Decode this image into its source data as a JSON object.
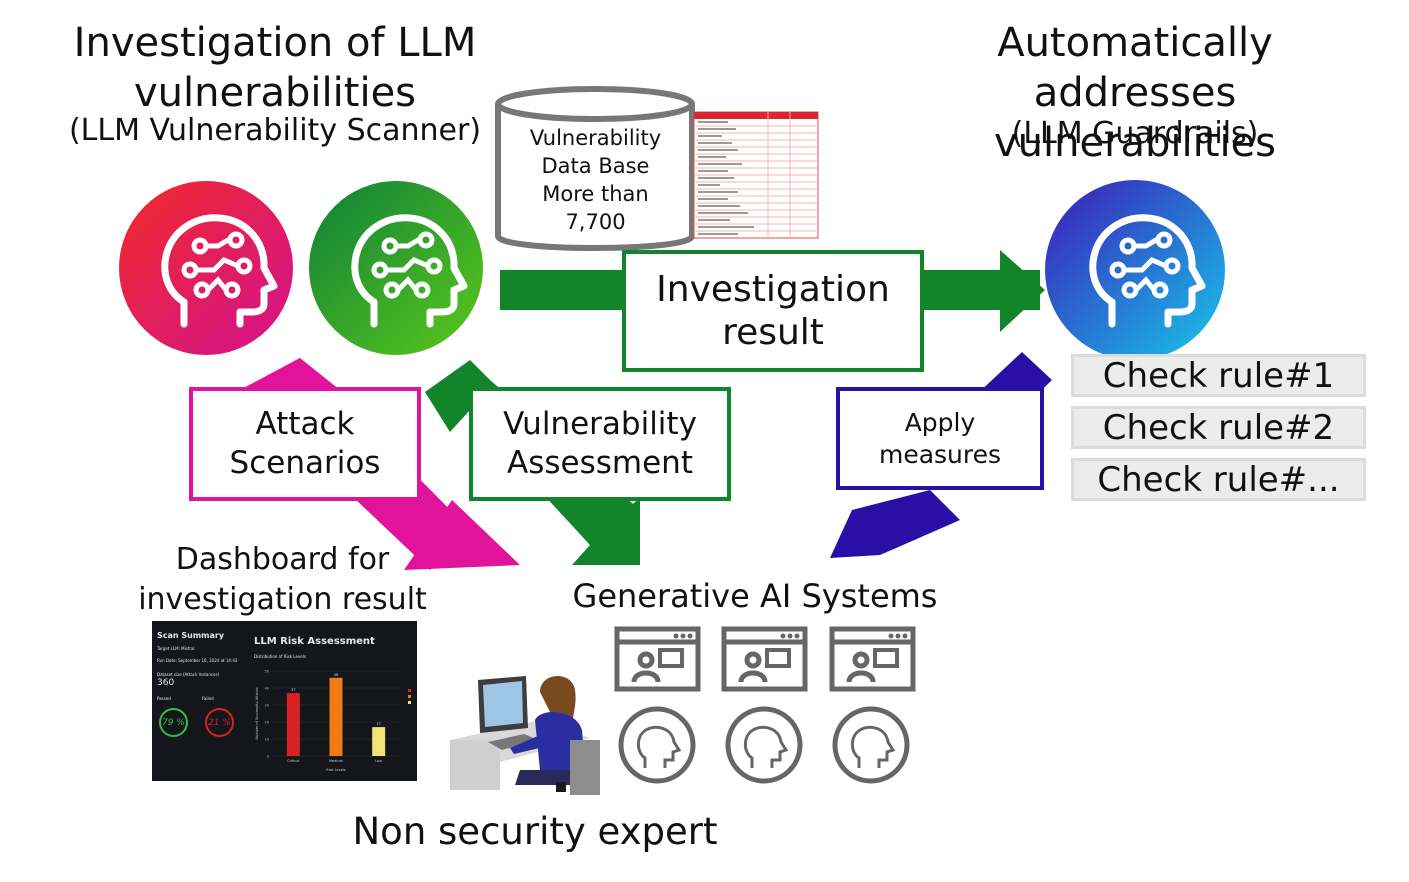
{
  "left_header": {
    "title_line1": "Investigation of LLM",
    "title_line2": "vulnerabilities",
    "subtitle": "(LLM Vulnerability Scanner)"
  },
  "right_header": {
    "title_line1": "Automatically addresses",
    "title_line2": "vulnerabilities",
    "subtitle": "(LLM Guardrails)"
  },
  "database": {
    "line1": "Vulnerability",
    "line2": "Data Base",
    "line3": "More than",
    "line4": "7,700"
  },
  "investigation_result": {
    "line1": "Investigation",
    "line2": "result"
  },
  "attack_scenarios": {
    "line1": "Attack",
    "line2": "Scenarios"
  },
  "vulnerability_assessment": {
    "line1": "Vulnerability",
    "line2": "Assessment"
  },
  "apply_measures": {
    "line1": "Apply",
    "line2": "measures"
  },
  "check_rules": [
    "Check rule#1",
    "Check rule#2",
    "Check rule#..."
  ],
  "dashboard_label": {
    "line1": "Dashboard for",
    "line2": "investigation result"
  },
  "dashboard": {
    "scan_summary": "Scan Summary",
    "target": "Target LLM: Mistral",
    "run_date": "Run Date: September 16, 2024 at 14:43",
    "dataset_size_label": "Dataset size (Attack Instances)",
    "dataset_size": "360",
    "passed_label": "Passed",
    "failed_label": "Failed",
    "passed_pct": "79 %",
    "failed_pct": "21 %",
    "chart_title": "LLM Risk Assessment",
    "chart_subtitle": "Distribution of Risk Levels"
  },
  "chart_data": {
    "type": "bar",
    "title": "LLM Risk Assessment",
    "subtitle": "Distribution of Risk Levels",
    "categories": [
      "Critical",
      "Medium",
      "Low"
    ],
    "values": [
      37,
      46,
      17
    ],
    "xlabel": "Risk Levels",
    "ylabel": "Number of Successful Attacks",
    "ylim": [
      0,
      50
    ],
    "colors": [
      "#d62222",
      "#f07c16",
      "#f2e27a"
    ]
  },
  "gen_ai_label": "Generative AI Systems",
  "non_expert_label": "Non security expert",
  "colors": {
    "magenta": "#e0139a",
    "green": "#12842a",
    "navy": "#2a0fa6",
    "red_head_top": "#ec1c4a",
    "green_head": "#2cb02c",
    "blue_head": "#1a5bd8"
  }
}
